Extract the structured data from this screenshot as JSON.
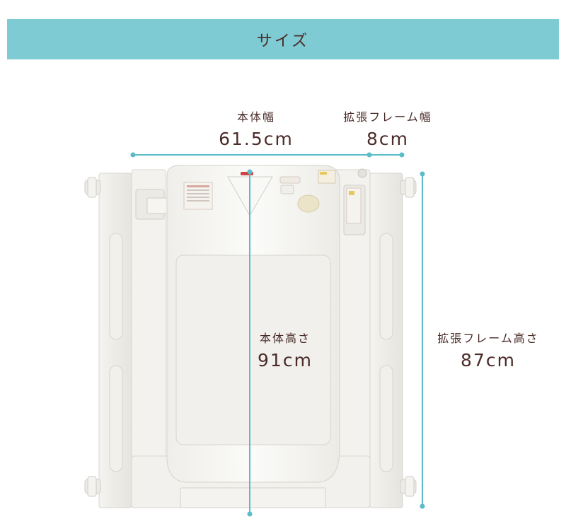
{
  "header": {
    "title": "サイズ"
  },
  "dimensions": {
    "body_width": {
      "label": "本体幅",
      "value": "61.5cm"
    },
    "frame_width": {
      "label": "拡張フレーム幅",
      "value": "8cm"
    },
    "body_height": {
      "label": "本体高さ",
      "value": "91cm"
    },
    "frame_height": {
      "label": "拡張フレーム高さ",
      "value": "87cm"
    }
  },
  "colors": {
    "header_bg": "#7ecbd4",
    "text": "#4a2c28",
    "measure_line": "#5bbcc7",
    "gate_fill": "#f7f6f3",
    "gate_stroke": "#d8d6d0"
  }
}
